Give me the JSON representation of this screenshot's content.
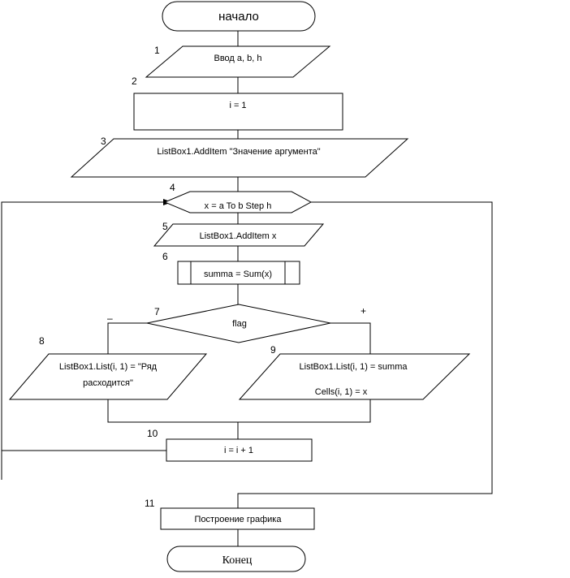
{
  "blocks": {
    "start": "начало",
    "input": "Ввод a, b, h",
    "init_i": "i = 1",
    "header_output": "ListBox1.AddItem \"Значение аргумента\"",
    "loop": "x = a To b Step h",
    "output_x": "ListBox1.AddItem x",
    "subroutine": "summa = Sum(x)",
    "decision": "flag",
    "diverge_line1": "ListBox1.List(i, 1) = \"Ряд",
    "diverge_line2": "расходится\"",
    "converge_line1": "ListBox1.List(i, 1) = summa",
    "converge_line2": "Cells(i, 1) = x",
    "increment": "i = i + 1",
    "plot": "Построение графика",
    "end": "Конец"
  },
  "numbers": {
    "n1": "1",
    "n2": "2",
    "n3": "3",
    "n4": "4",
    "n5": "5",
    "n6": "6",
    "n7": "7",
    "n8": "8",
    "n9": "9",
    "n10": "10",
    "n11": "11"
  },
  "branches": {
    "no": "–",
    "yes": "+"
  }
}
